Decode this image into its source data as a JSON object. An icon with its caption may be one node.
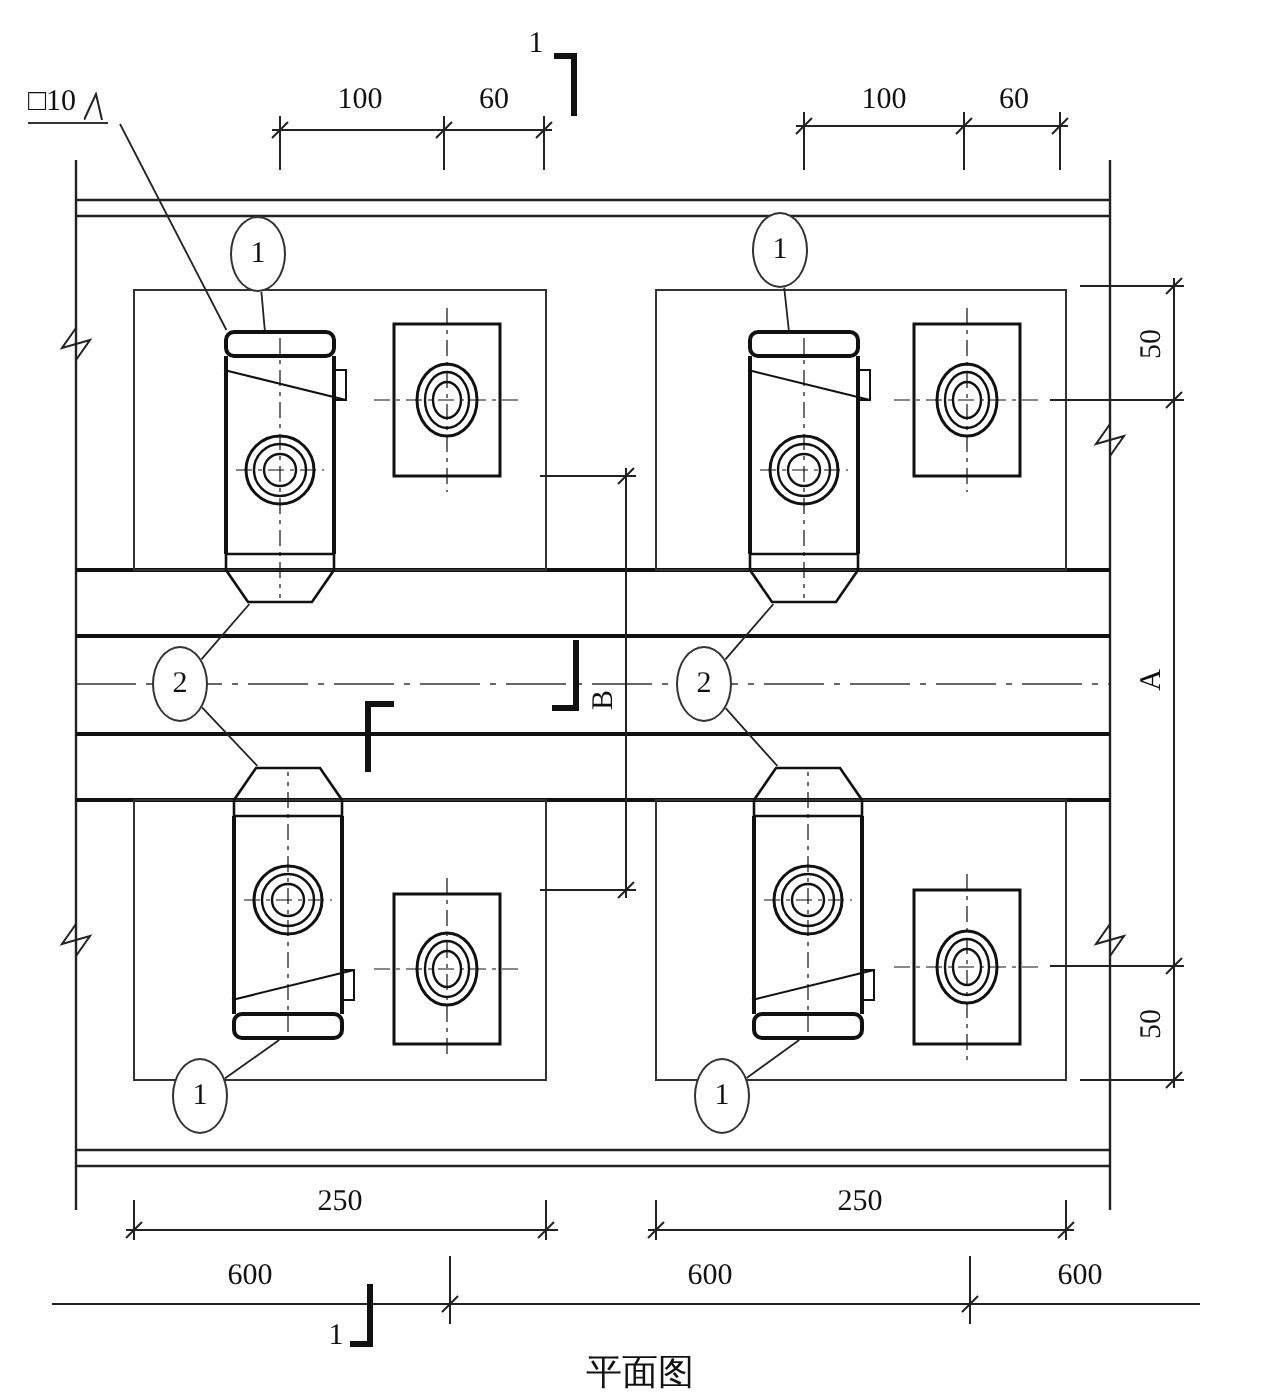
{
  "diagram": {
    "caption": "平面图",
    "nodes": [
      {
        "text": [
          "□10"
        ]
      },
      {
        "text": [
          "1"
        ]
      },
      {
        "text": [
          "1"
        ]
      },
      {
        "text": [],
        "shape": "picture"
      },
      {
        "text": [],
        "shape": "picture"
      },
      {
        "text": [
          "2"
        ]
      },
      {
        "text": [
          "2"
        ]
      },
      {
        "text": [],
        "shape": "picture"
      },
      {
        "text": [],
        "shape": "picture"
      },
      {
        "text": [
          "1"
        ]
      },
      {
        "text": [
          "1"
        ]
      }
    ],
    "edges": [
      {
        "from": 0,
        "to": 3,
        "arrow": "none"
      },
      {
        "from": 1,
        "to": 3,
        "arrow": "none"
      },
      {
        "from": 2,
        "to": 4,
        "arrow": "none"
      },
      {
        "from": 5,
        "to": 3,
        "arrow": "none"
      },
      {
        "from": 5,
        "to": 7,
        "arrow": "none"
      },
      {
        "from": 6,
        "to": 4,
        "arrow": "none"
      },
      {
        "from": 6,
        "to": 8,
        "arrow": "none"
      },
      {
        "from": 9,
        "to": 7,
        "arrow": "none"
      },
      {
        "from": 10,
        "to": 8,
        "arrow": "none"
      }
    ],
    "labels": [
      "1",
      "100",
      "60",
      "100",
      "60",
      "50",
      "B",
      "A",
      "50",
      "250",
      "250",
      "600",
      "600",
      "600",
      "1"
    ]
  }
}
